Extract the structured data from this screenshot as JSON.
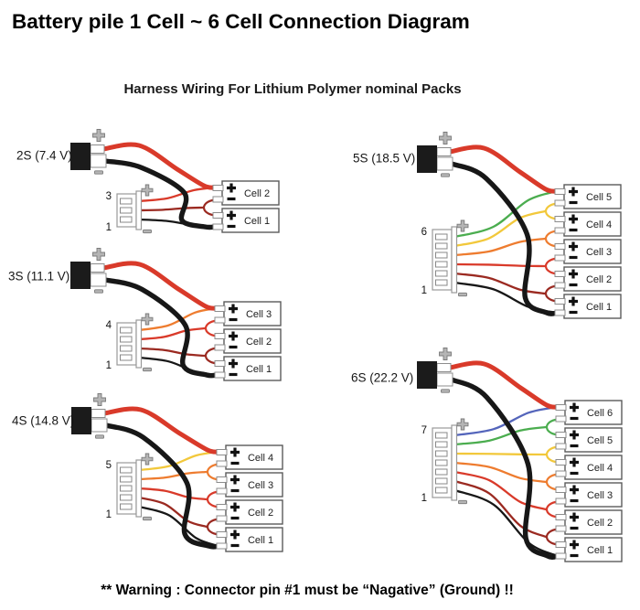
{
  "page": {
    "title": "Battery pile 1 Cell ~ 6 Cell Connection Diagram",
    "subtitle": "Harness Wiring For Lithium Polymer nominal Packs",
    "warning": "** Warning : Connector pin #1 must be “Nagative” (Ground) !!"
  },
  "wire_colors": {
    "red": "#d93a2a",
    "dark_red": "#9b2a21",
    "orange": "#ee7c2f",
    "yellow": "#f2c83b",
    "green": "#4bad4f",
    "blue": "#5465bb",
    "black": "#171717"
  },
  "styles": {
    "connector_fill": "#1b1b1b",
    "outline": "#8c8c8c",
    "cell_border": "#5a5a5a",
    "text": "#111111",
    "symbol_gray": "#b5b5b5",
    "symbol_gray_border": "#7a7a7a"
  },
  "diagrams": [
    {
      "id": "2S",
      "pack_label": "2S (7.4 V)",
      "cell_count": 2,
      "balance_pin_count": 3,
      "pin_top_label": "3",
      "pin_bottom_label": "1",
      "cells_top_to_bottom": [
        "Cell 2",
        "Cell 1"
      ],
      "main_wires": {
        "positive": "red",
        "negative": "black"
      },
      "balance_wires_top_to_bottom": [
        "red",
        "dark_red",
        "black"
      ]
    },
    {
      "id": "3S",
      "pack_label": "3S (11.1 V)",
      "cell_count": 3,
      "balance_pin_count": 4,
      "pin_top_label": "4",
      "pin_bottom_label": "1",
      "cells_top_to_bottom": [
        "Cell 3",
        "Cell 2",
        "Cell 1"
      ],
      "main_wires": {
        "positive": "red",
        "negative": "black"
      },
      "balance_wires_top_to_bottom": [
        "orange",
        "red",
        "dark_red",
        "black"
      ]
    },
    {
      "id": "4S",
      "pack_label": "4S (14.8 V)",
      "cell_count": 4,
      "balance_pin_count": 5,
      "pin_top_label": "5",
      "pin_bottom_label": "1",
      "cells_top_to_bottom": [
        "Cell 4",
        "Cell 3",
        "Cell 2",
        "Cell 1"
      ],
      "main_wires": {
        "positive": "red",
        "negative": "black"
      },
      "balance_wires_top_to_bottom": [
        "yellow",
        "orange",
        "red",
        "dark_red",
        "black"
      ]
    },
    {
      "id": "5S",
      "pack_label": "5S (18.5 V)",
      "cell_count": 5,
      "balance_pin_count": 6,
      "pin_top_label": "6",
      "pin_bottom_label": "1",
      "cells_top_to_bottom": [
        "Cell 5",
        "Cell 4",
        "Cell 3",
        "Cell 2",
        "Cell 1"
      ],
      "main_wires": {
        "positive": "red",
        "negative": "black"
      },
      "balance_wires_top_to_bottom": [
        "green",
        "yellow",
        "orange",
        "red",
        "dark_red",
        "black"
      ]
    },
    {
      "id": "6S",
      "pack_label": "6S (22.2 V)",
      "cell_count": 6,
      "balance_pin_count": 7,
      "pin_top_label": "7",
      "pin_bottom_label": "1",
      "cells_top_to_bottom": [
        "Cell 6",
        "Cell 5",
        "Cell 4",
        "Cell 3",
        "Cell 2",
        "Cell 1"
      ],
      "main_wires": {
        "positive": "red",
        "negative": "black"
      },
      "balance_wires_top_to_bottom": [
        "blue",
        "green",
        "yellow",
        "orange",
        "red",
        "dark_red",
        "black"
      ]
    }
  ]
}
